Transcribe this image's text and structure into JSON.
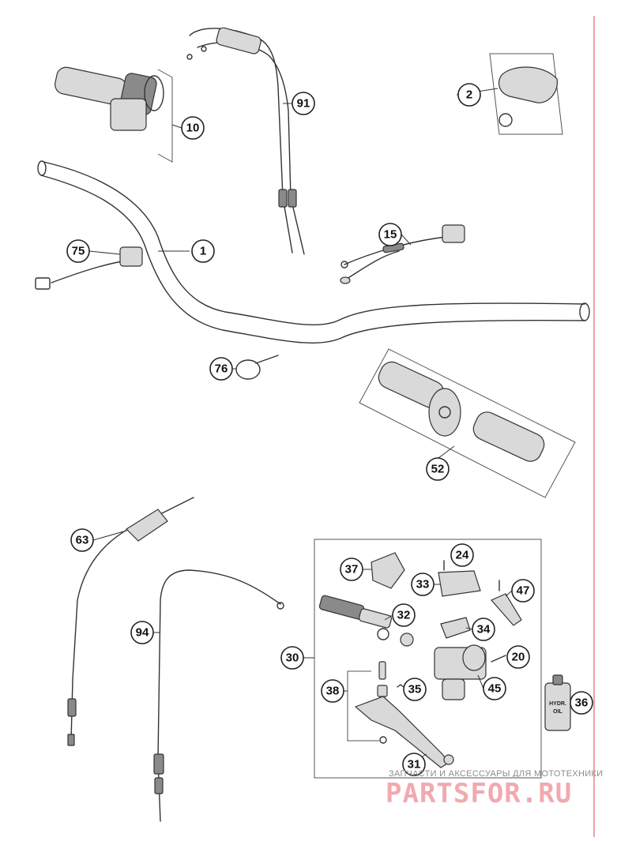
{
  "callouts": {
    "handlebar": "1",
    "cap": "2",
    "throttle_grip": "10",
    "switch_right": "15",
    "kill_switch": "75",
    "cable_tie": "76",
    "throttle_cable": "91",
    "grip_set": "52",
    "hot_start_cable": "63",
    "clutch_cable": "94",
    "brake_assembly": "30",
    "lever": "31",
    "piston_kit": "32",
    "reservoir_cover": "33",
    "diaphragm": "34",
    "spring": "35",
    "brake_fluid": "36",
    "clamp": "37",
    "pivot_bolt": "38",
    "adjuster": "20",
    "cover_screw": "24",
    "master_cylinder": "45",
    "adjust_lever": "47"
  },
  "oil_bottle": {
    "line1": "HYDR.",
    "line2": "OIL"
  },
  "watermark": {
    "tagline": "ЗАПЧАСТИ И АКСЕССУАРЫ ДЛЯ МОТОТЕХНИКИ",
    "brand": "PARTSFOR.RU"
  },
  "colors": {
    "line": "#333333",
    "watermark_pink": "#f1a9b0",
    "margin_line": "#e06070"
  }
}
